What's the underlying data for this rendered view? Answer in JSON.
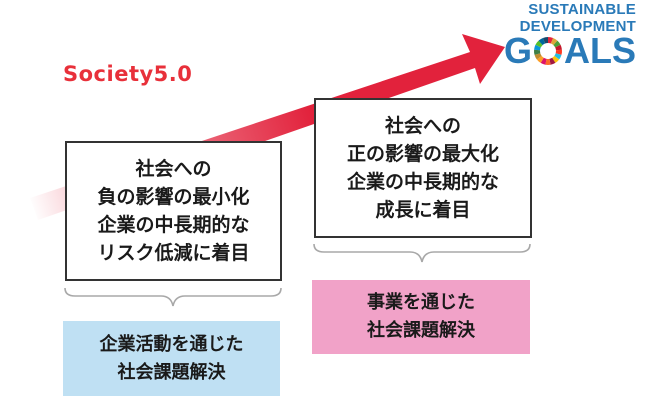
{
  "society_label": "Society5.0",
  "sdgs_logo": {
    "line1": "SUSTAINABLE",
    "line2": "DEVELOPMENT",
    "goals_g": "G",
    "goals_rest": "ALS",
    "colors": [
      "#e5243b",
      "#dda63a",
      "#4c9f38",
      "#c5192d",
      "#ff3a21",
      "#26bde2",
      "#fcc30b",
      "#a21942",
      "#fd6925",
      "#dd1367",
      "#fd9d24",
      "#bf8b2e",
      "#3f7e44",
      "#0a97d9",
      "#56c02b",
      "#00689d",
      "#19486a"
    ]
  },
  "arrow_color": "#e2223c",
  "left_box": {
    "lines": [
      "社会への",
      "負の影響の最小化",
      "企業の中長期的な",
      "リスク低減に着目"
    ]
  },
  "right_box": {
    "lines": [
      "社会への",
      "正の影響の最大化",
      "企業の中長期的な",
      "成長に着目"
    ]
  },
  "left_label": {
    "lines": [
      "企業活動を通じた",
      "社会課題解決"
    ],
    "color": "#bfe0f3"
  },
  "right_label": {
    "lines": [
      "事業を通じた",
      "社会課題解決"
    ],
    "color": "#f1a2c8"
  }
}
